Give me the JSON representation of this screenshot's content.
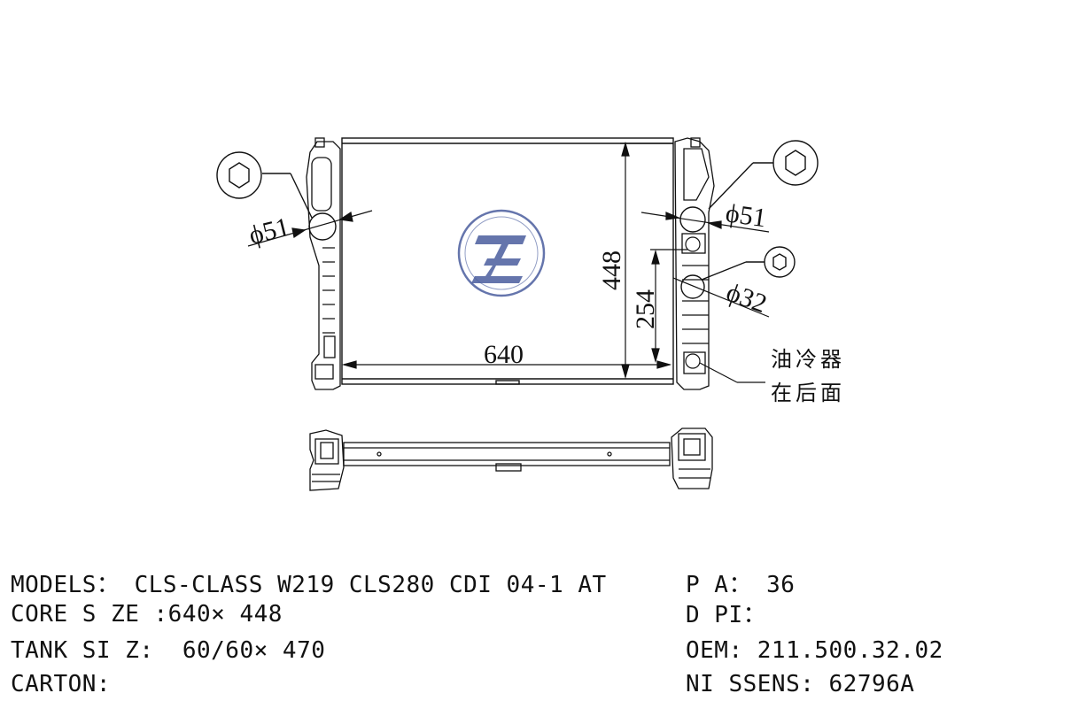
{
  "drawing": {
    "dims": {
      "width": "640",
      "height": "448",
      "outlet_height": "254",
      "inlet_dia_left": "ϕ51",
      "inlet_dia_right": "ϕ51",
      "cooler_dia": "ϕ32"
    },
    "note_line1": "油冷器",
    "note_line2": "在后面"
  },
  "specs": {
    "models": "MODELS： CLS-CLASS W219 CLS280 CDI 04-1 AT",
    "core_size": "CORE S ZE :640× 448",
    "tank_size": "TANK SI Z:  60/60× 470",
    "carton": "CARTON:",
    "pa": "P A： 36",
    "dpi": "D PI：",
    "oem": "OEM: 211.500.32.02",
    "nissens": "NI SSENS: 62796A"
  },
  "colors": {
    "logo_blue": "#4a5d9e",
    "line": "#111111"
  }
}
